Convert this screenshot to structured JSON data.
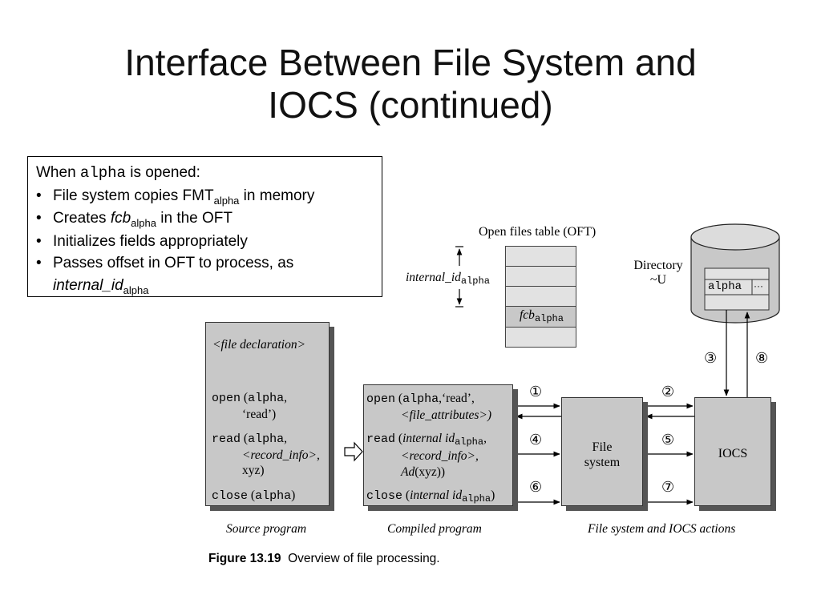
{
  "title": {
    "line1": "Interface Between File System and",
    "line2": "IOCS (continued)"
  },
  "notes": {
    "intro_pre": "When ",
    "intro_code": "alpha",
    "intro_post": " is opened:",
    "bullet": "•",
    "b1_text": "File system copies FMT",
    "b1_sub": "alpha",
    "b1_post": " in memory",
    "b2_pre": "Creates ",
    "b2_italic": "fcb",
    "b2_sub": "alpha",
    "b2_post": " in the OFT",
    "b3_text": "Initializes fields appropriately",
    "b4_text": "Passes offset in OFT to process, as",
    "b4_italic": "internal_id",
    "b4_sub": "alpha"
  },
  "oft": {
    "label": "Open files table (OFT)",
    "internal_id_label": "internal_id",
    "internal_id_sub": "alpha",
    "fcb_label": "fcb",
    "fcb_sub": "alpha"
  },
  "directory": {
    "label_line1": "Directory",
    "label_line2": "~U",
    "entry_name": "alpha",
    "entry_ellipsis": "···"
  },
  "source_program": {
    "decl": "<file declaration>",
    "open_kw": "open",
    "open_args_l1_pre": " (",
    "open_args_l1_code": "alpha",
    "open_args_l1_post": ",",
    "open_args_l2": "‘read’)",
    "read_kw": "read",
    "read_l1_pre": " (",
    "read_l1_code": "alpha",
    "read_l1_post": ",",
    "read_l2": "<record_info>,",
    "read_l3": "xyz)",
    "close_kw": "close",
    "close_pre": " (",
    "close_code": "alpha",
    "close_post": ")",
    "caption": "Source program"
  },
  "compiled_program": {
    "open_kw": "open",
    "open_l1_pre": " (",
    "open_l1_code": "alpha",
    "open_l1_post": ",‘read’,",
    "open_l2": "<file_attributes>)",
    "read_kw": "read",
    "read_l1_pre": " (",
    "read_l1_italic": "internal id",
    "read_l1_sub": "alpha",
    "read_l1_post": ",",
    "read_l2": "<record_info>,",
    "read_l3_italic": "Ad",
    "read_l3_post": "(xyz))",
    "close_kw": "close",
    "close_pre": " (",
    "close_italic": "internal id",
    "close_sub": "alpha",
    "close_post": ")",
    "caption": "Compiled program"
  },
  "file_system": {
    "label_line1": "File",
    "label_line2": "system"
  },
  "iocs": {
    "label": "IOCS"
  },
  "actions_caption": "File system and IOCS actions",
  "steps": [
    "①",
    "②",
    "③",
    "④",
    "⑤",
    "⑥",
    "⑦",
    "⑧"
  ],
  "figure_caption": {
    "label": "Figure 13.19",
    "text": "Overview of file processing."
  },
  "colors": {
    "box_fill": "#c8c8c8",
    "box_shadow": "#555555",
    "oft_fill": "#e2e2e2",
    "cylinder_fill": "#c8c8c8"
  }
}
